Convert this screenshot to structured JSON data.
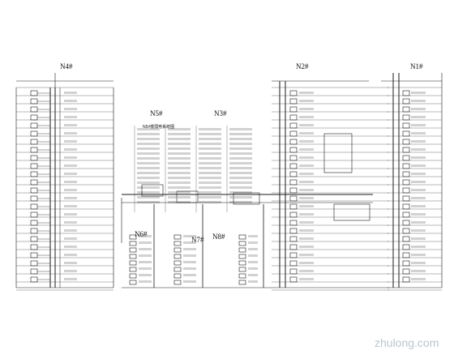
{
  "zones": [
    {
      "id": "n4",
      "label": "N4#"
    },
    {
      "id": "n5",
      "label": "N5#"
    },
    {
      "id": "n5-sub",
      "label": "N5#楼弱电系统图"
    },
    {
      "id": "n3",
      "label": "N3#"
    },
    {
      "id": "n2",
      "label": "N2#"
    },
    {
      "id": "n1",
      "label": "N1#"
    },
    {
      "id": "n6",
      "label": "N6#"
    },
    {
      "id": "n7",
      "label": "N7#"
    },
    {
      "id": "n8",
      "label": "N8#"
    }
  ],
  "watermark": {
    "text": "zhulong.com"
  },
  "colors": {
    "line": "#1a1a1a",
    "background": "#ffffff",
    "watermark": "#b9c6cf"
  }
}
